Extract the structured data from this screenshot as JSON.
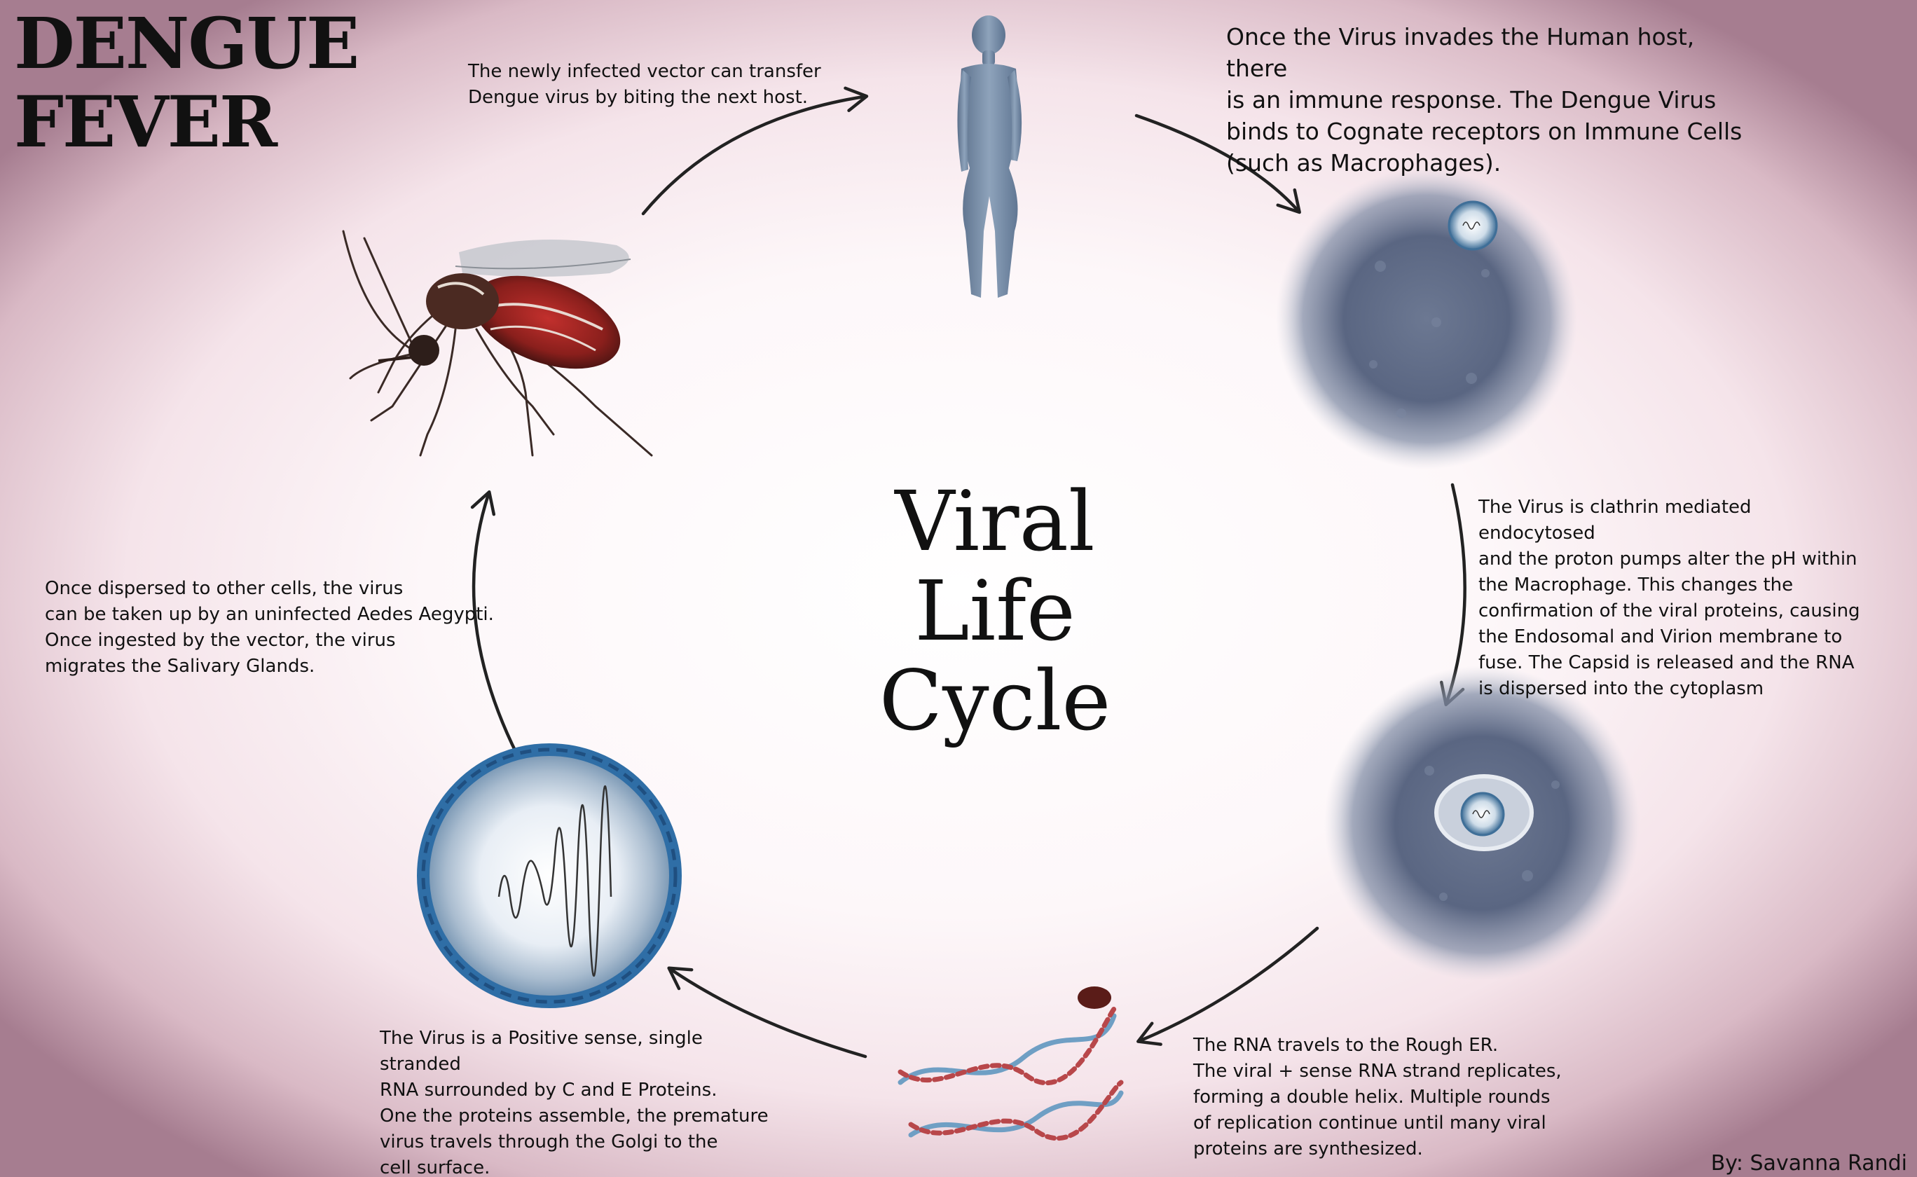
{
  "title": "DENGUE\nFEVER",
  "center_title": "Viral\nLife Cycle",
  "steps": {
    "vector_transfer": "The newly infected vector can transfer\nDengue virus by biting the next host.",
    "immune_response": "Once the Virus invades the Human host, there\nis an immune response. The Dengue Virus\nbinds to Cognate receptors on Immune Cells\n(such as Macrophages).",
    "endocytosis": "The Virus is clathrin mediated endocytosed\nand the proton pumps alter the pH within\nthe Macrophage. This changes the\nconfirmation of the viral proteins, causing\nthe Endosomal and Virion membrane to\nfuse. The Capsid is released and the RNA\nis dispersed into the cytoplasm",
    "replication": "The RNA travels to the Rough ER.\nThe viral + sense RNA strand replicates,\nforming a double helix. Multiple rounds\nof replication continue until many viral\nproteins are synthesized.",
    "assembly": "The Virus is a Positive sense, single stranded\nRNA surrounded by C and E Proteins.\nOne the proteins assemble, the premature\nvirus travels through the Golgi to the\ncell surface.",
    "dispersal": "Once dispersed to other cells, the virus\ncan be taken up by an uninfected Aedes Aegypti.\nOnce ingested by the vector, the virus\nmigrates the Salivary Glands."
  },
  "credit": "By: Savanna Randi",
  "colors": {
    "macrophage": "#5d6a85",
    "virion_ring": "#2f6ea6",
    "rna_red": "#b8474a",
    "rna_blue": "#6f9fc4",
    "mosquito_body": "#8c2a24",
    "human": "#6f86a0"
  }
}
